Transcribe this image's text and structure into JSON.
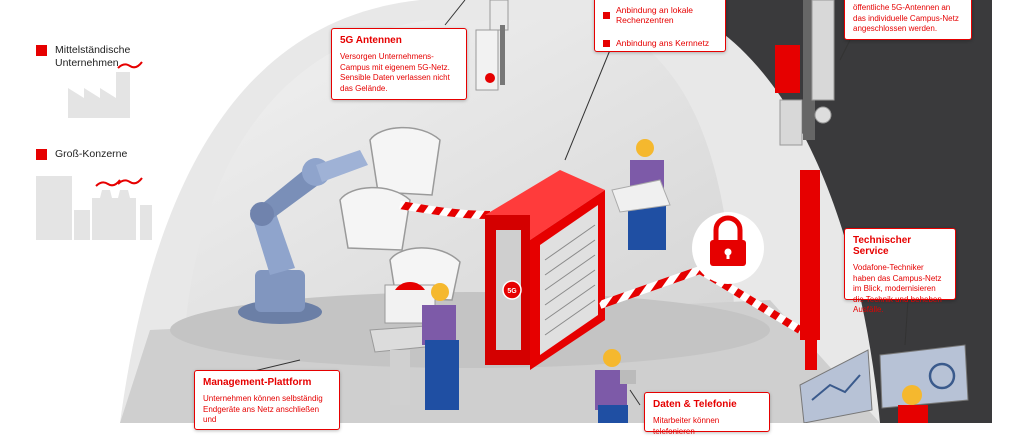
{
  "legend": {
    "items": [
      {
        "label": "Mittelständische Unternehmen"
      },
      {
        "label": "Groß-Konzerne"
      }
    ]
  },
  "callouts": {
    "antennen": {
      "title": "5G Antennen",
      "text": "Versorgen Unternehmens-Campus mit eigenem 5G-Netz. Sensible Daten verlassen nicht das Gelände."
    },
    "rechenzentrum": {
      "items": [
        "Anbindung an lokale Rechenzentren",
        "Anbindung ans Kernnetz"
      ]
    },
    "campus_netz": {
      "text": "öffentliche 5G-Antennen an das individuelle Campus-Netz angeschlossen werden."
    },
    "service": {
      "title": "Technischer Service",
      "text": "Vodafone-Techniker haben das Campus-Netz im Blick, modernisieren die Technik und beheben Ausfälle."
    },
    "management": {
      "title": "Management-Plattform",
      "text": "Unternehmen können selbständig Endgeräte ans Netz anschließen und"
    },
    "daten": {
      "title": "Daten & Telefonie",
      "text": "Mitarbeiter können telefonieren"
    }
  },
  "server_badge": "5G",
  "colors": {
    "accent": "#e60000",
    "dark_bg": "#3a3a3c",
    "light_gray": "#d9d9d9"
  }
}
